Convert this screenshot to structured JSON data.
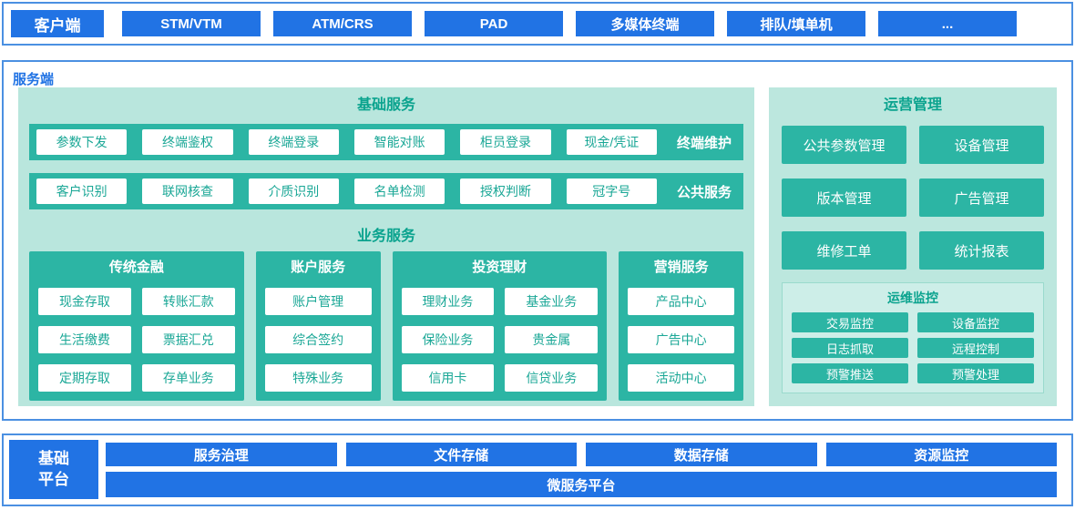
{
  "client": {
    "label": "客户端",
    "items": [
      "STM/VTM",
      "ATM/CRS",
      "PAD",
      "多媒体终端",
      "排队/填单机",
      "..."
    ]
  },
  "server": {
    "label": "服务端",
    "basic_services": {
      "title": "基础服务",
      "rows": [
        {
          "tag": "终端维护",
          "items": [
            "参数下发",
            "终端鉴权",
            "终端登录",
            "智能对账",
            "柜员登录",
            "现金/凭证"
          ]
        },
        {
          "tag": "公共服务",
          "items": [
            "客户识别",
            "联网核查",
            "介质识别",
            "名单检测",
            "授权判断",
            "冠字号"
          ]
        }
      ]
    },
    "business_services": {
      "title": "业务服务",
      "groups": [
        {
          "title": "传统金融",
          "cols": 2,
          "items": [
            "现金存取",
            "转账汇款",
            "生活缴费",
            "票据汇兑",
            "定期存取",
            "存单业务"
          ]
        },
        {
          "title": "账户服务",
          "cols": 1,
          "items": [
            "账户管理",
            "综合签约",
            "特殊业务"
          ]
        },
        {
          "title": "投资理财",
          "cols": 2,
          "items": [
            "理财业务",
            "基金业务",
            "保险业务",
            "贵金属",
            "信用卡",
            "信贷业务"
          ]
        },
        {
          "title": "营销服务",
          "cols": 1,
          "items": [
            "产品中心",
            "广告中心",
            "活动中心"
          ]
        }
      ]
    },
    "operations": {
      "title": "运营管理",
      "items": [
        "公共参数管理",
        "设备管理",
        "版本管理",
        "广告管理",
        "维修工单",
        "统计报表"
      ],
      "monitoring": {
        "title": "运维监控",
        "items": [
          "交易监控",
          "设备监控",
          "日志抓取",
          "远程控制",
          "预警推送",
          "预警处理"
        ]
      }
    }
  },
  "platform": {
    "label": "基础平台",
    "items": [
      "服务治理",
      "文件存储",
      "数据存储",
      "资源监控"
    ],
    "bottom_label": "微服务平台"
  },
  "colors": {
    "accent_blue": "#2173e4",
    "border_blue": "#4b90e2",
    "teal": "#2cb5a4",
    "panel_teal": "#b9e6dd",
    "title_teal": "#0aa38e"
  }
}
